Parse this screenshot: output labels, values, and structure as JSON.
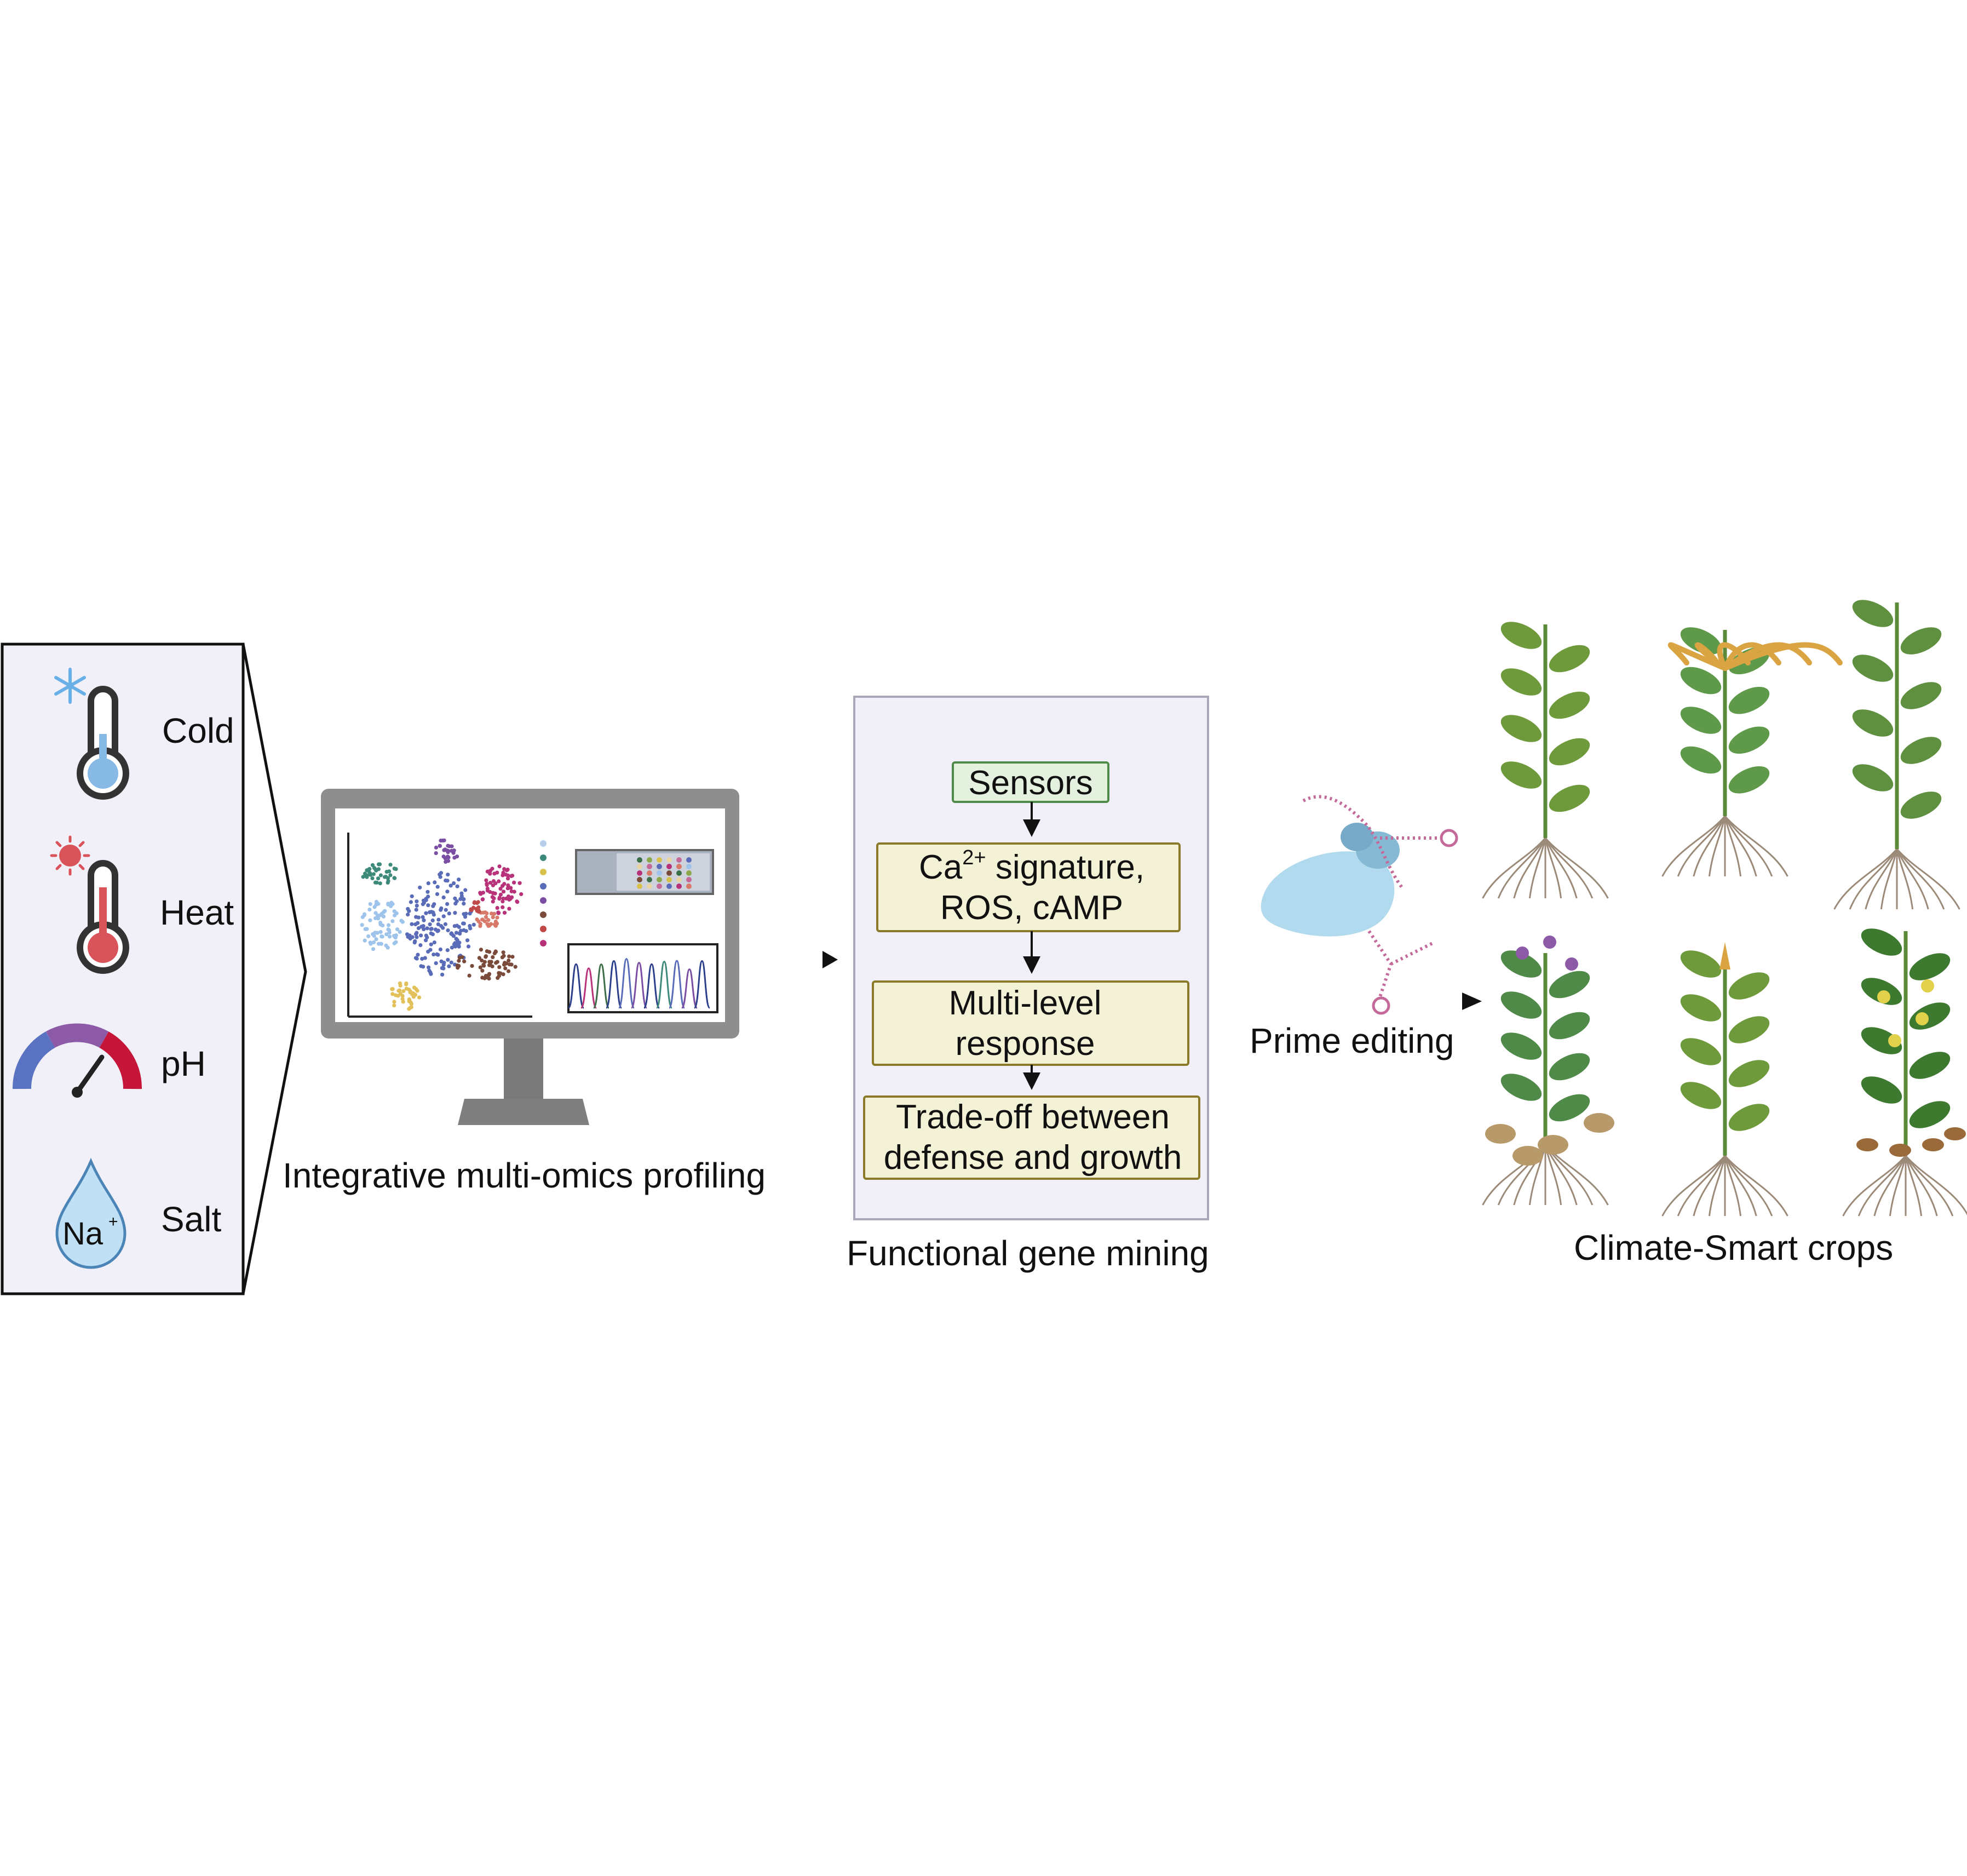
{
  "stresses": {
    "cold": "Cold",
    "heat": "Heat",
    "ph": "pH",
    "salt": "Salt",
    "na": "Na",
    "na_sup": "+"
  },
  "captions": {
    "profiling": "Integrative multi-omics profiling",
    "mining": "Functional gene mining",
    "editing": "Prime editing",
    "crops": "Climate-Smart crops"
  },
  "flow": {
    "sensors": "Sensors",
    "ca": "Ca",
    "ca_sup": "2+",
    "ca_rest": " signature,",
    "ros": "ROS, cAMP",
    "multi_1": "Multi-level",
    "multi_2": "response",
    "trade_1": "Trade-off between",
    "trade_2": "defense and growth"
  },
  "colors": {
    "panel_fill": "#f1f0f8",
    "sensor_fill": "#e4f1df",
    "sensor_border": "#4f8a48",
    "box_fill": "#f3f2d6",
    "box_border": "#8a7a2a",
    "monitor": "#8e8e8e",
    "cold": "#86b9e3",
    "heat": "#d9535a",
    "drop": "#bfe0f5",
    "arrow": "#111111"
  },
  "icons": [
    "snowflake-icon",
    "sun-icon",
    "thermometer-icon",
    "gauge-icon",
    "water-drop-icon",
    "monitor-icon",
    "prime-editor-icon",
    "plant-icon"
  ]
}
